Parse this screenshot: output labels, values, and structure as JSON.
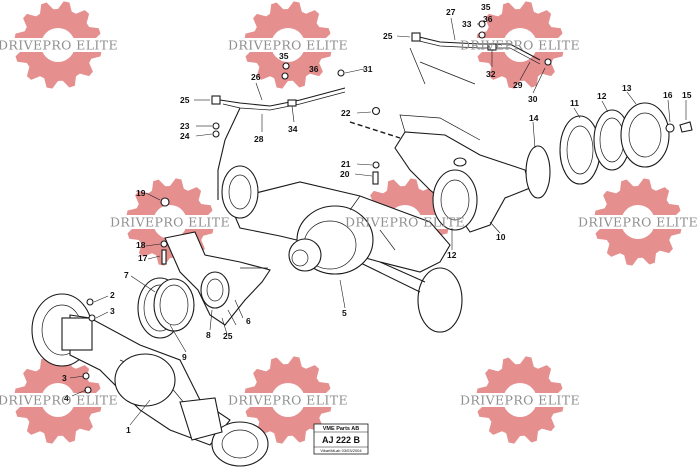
{
  "watermark": {
    "text": "DRIVEPRO ELITE",
    "gear_color": "#e07b7b"
  },
  "callouts": [
    "1",
    "2",
    "3",
    "3",
    "4",
    "5",
    "6",
    "7",
    "8",
    "9",
    "10",
    "11",
    "12",
    "12",
    "13",
    "14",
    "16",
    "15",
    "17",
    "18",
    "19",
    "20",
    "21",
    "22",
    "23",
    "24",
    "25",
    "25",
    "25",
    "26",
    "27",
    "28",
    "29",
    "30",
    "31",
    "32",
    "33",
    "34",
    "35",
    "35",
    "36",
    "36"
  ],
  "plate": {
    "line1": "VME Parts AB",
    "line2": "AJ 222 B",
    "line3": "Vikarfält-ab 03/03/2004"
  }
}
